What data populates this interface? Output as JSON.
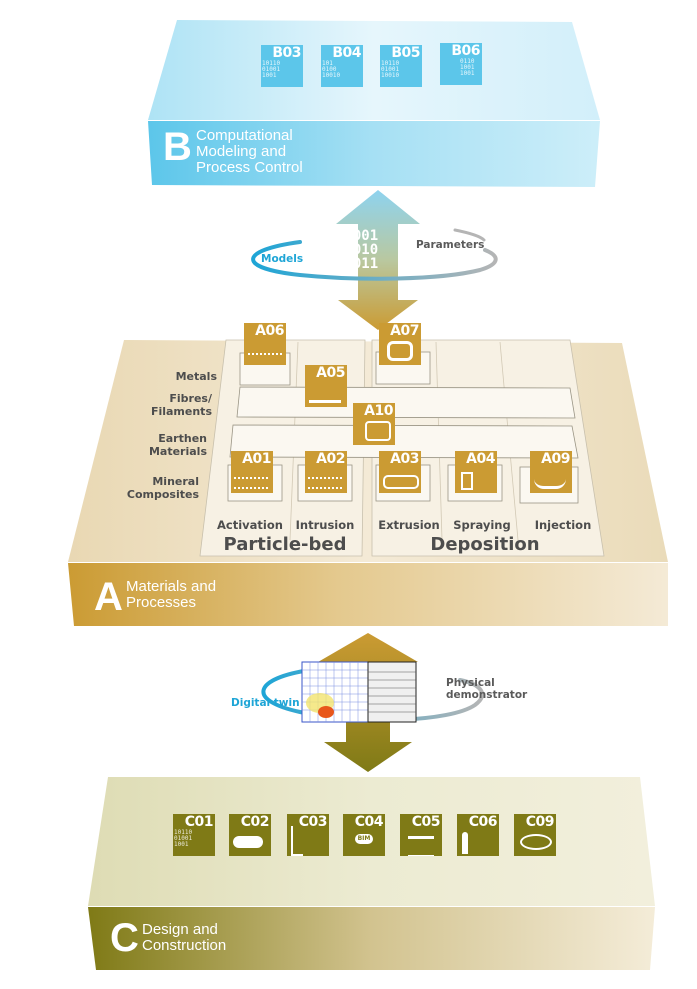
{
  "colors": {
    "layer_b": "#5cc6ea",
    "layer_a": "#cb9b33",
    "layer_c": "#7f7a16",
    "text_dark": "#4d4d4d",
    "models_blue": "#1ea5d6",
    "parameters_grey": "#5a5a5a"
  },
  "layer_b": {
    "letter": "B",
    "title": "Computational\nModeling and\nProcess Control",
    "tiles": [
      {
        "code": "B03",
        "icon": "robot-arm-binary-icon"
      },
      {
        "code": "B04",
        "icon": "robot-arm-measure-icon"
      },
      {
        "code": "B05",
        "icon": "robot-arm-track-icon"
      },
      {
        "code": "B06",
        "icon": "robot-arm-mesh-icon"
      }
    ]
  },
  "connector_ba": {
    "binary": "01001\n10010\n10011",
    "left_label": "Models",
    "right_label": "Parameters"
  },
  "layer_a": {
    "letter": "A",
    "title": "Materials and\nProcesses",
    "rows": [
      "Metals",
      "Fibres/\nFilaments",
      "Earthen\nMaterials",
      "Mineral\nComposites"
    ],
    "columns": [
      "Activation",
      "Intrusion",
      "Extrusion",
      "Spraying",
      "Injection"
    ],
    "groups": [
      "Particle-bed",
      "Deposition"
    ],
    "tiles": [
      {
        "code": "A06",
        "icon": "laser-powder-bed-icon"
      },
      {
        "code": "A07",
        "icon": "laser-deposition-icon"
      },
      {
        "code": "A05",
        "icon": "fibre-robot-icon"
      },
      {
        "code": "A10",
        "icon": "earthen-hybrid-icon"
      },
      {
        "code": "A01",
        "icon": "selective-activation-icon"
      },
      {
        "code": "A02",
        "icon": "intrusion-nozzle-icon"
      },
      {
        "code": "A03",
        "icon": "extrusion-nozzle-icon"
      },
      {
        "code": "A04",
        "icon": "shotcrete-spray-icon"
      },
      {
        "code": "A09",
        "icon": "injection-nozzle-icon"
      }
    ]
  },
  "connector_ac": {
    "left_label": "Digital twin",
    "right_label": "Physical\ndemonstrator"
  },
  "layer_c": {
    "letter": "C",
    "title": "Design and\nConstruction",
    "tiles": [
      {
        "code": "C01",
        "icon": "binary-grid-icon"
      },
      {
        "code": "C02",
        "icon": "puzzle-pieces-icon"
      },
      {
        "code": "C03",
        "icon": "pipes-wall-icon"
      },
      {
        "code": "C04",
        "icon": "bim-arrows-icon",
        "badge": "BIM"
      },
      {
        "code": "C05",
        "icon": "layered-slab-icon"
      },
      {
        "code": "C06",
        "icon": "human-robot-icon"
      },
      {
        "code": "C09",
        "icon": "lifecycle-chart-icon"
      }
    ]
  }
}
